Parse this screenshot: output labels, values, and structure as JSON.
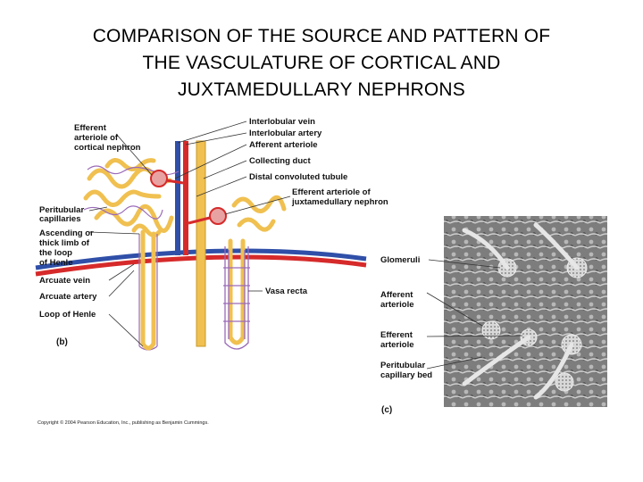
{
  "slide": {
    "title_lines": [
      "COMPARISON OF THE SOURCE AND PATTERN OF",
      "THE VASCULATURE OF CORTICAL AND",
      "JUXTAMEDULLARY NEPHRONS"
    ]
  },
  "figure_b": {
    "panel_label": "(b)",
    "labels_left": {
      "efferent_cortical": [
        "Efferent",
        "arteriole of",
        "cortical nephron"
      ],
      "peritubular": [
        "Peritubular",
        "capillaries"
      ],
      "ascending_limb": [
        "Ascending or",
        "thick limb of",
        "the loop",
        "of Henle"
      ],
      "arcuate_vein": "Arcuate vein",
      "arcuate_artery": "Arcuate artery",
      "loop_of_henle": "Loop of Henle"
    },
    "labels_right": {
      "interlobular_vein": "Interlobular vein",
      "interlobular_artery": "Interlobular artery",
      "afferent_arteriole": "Afferent arteriole",
      "collecting_duct": "Collecting duct",
      "distal_tubule": "Distal convoluted tubule",
      "efferent_juxta": [
        "Efferent arteriole of",
        "juxtamedullary nephron"
      ],
      "vasa_recta": "Vasa recta"
    }
  },
  "figure_c": {
    "panel_label": "(c)",
    "labels": {
      "glomeruli": "Glomeruli",
      "afferent": [
        "Afferent",
        "arteriole"
      ],
      "efferent": [
        "Efferent",
        "arteriole"
      ],
      "peritubular_bed": [
        "Peritubular",
        "capillary bed"
      ]
    }
  },
  "copyright": "Copyright © 2004 Pearson Education, Inc., publishing as Benjamin Cummings.",
  "colors": {
    "artery": "#d62a2a",
    "vein": "#2f4fa8",
    "tubule": "#f0c050",
    "capillary": "#9a6ab8"
  }
}
